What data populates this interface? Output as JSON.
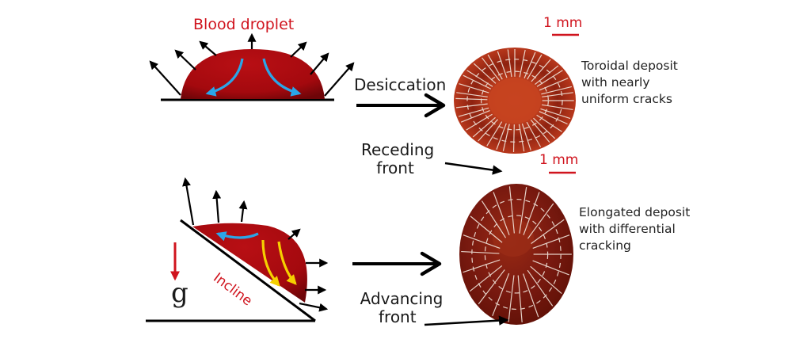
{
  "colors": {
    "droplet": "#a4090e",
    "droplet_dark": "#6e0508",
    "flow_blue": "#2aa6e8",
    "flow_yellow": "#f5d000",
    "label_red": "#d0141e",
    "deposit_top": "#b8381c",
    "deposit_bottom": "#7a1a10",
    "arrow": "#000000"
  },
  "top_panel": {
    "droplet_label": "Blood droplet",
    "process_label": "Desiccation",
    "scale_bar": "1 mm",
    "description": [
      "Toroidal deposit",
      "with nearly",
      "uniform cracks"
    ]
  },
  "middle": {
    "receding_label": [
      "Receding",
      "front"
    ]
  },
  "bottom_panel": {
    "incline_label": "Incline",
    "gravity_symbol": "g",
    "scale_bar": "1 mm",
    "description": [
      "Elongated deposit",
      "with differential",
      "cracking"
    ],
    "advancing_label": [
      "Advancing",
      "front"
    ]
  },
  "icons": {
    "evaporation_arrows": "arrow-icon",
    "process_arrow": "long-right-arrow-icon",
    "gravity_arrow": "down-arrow-icon"
  }
}
